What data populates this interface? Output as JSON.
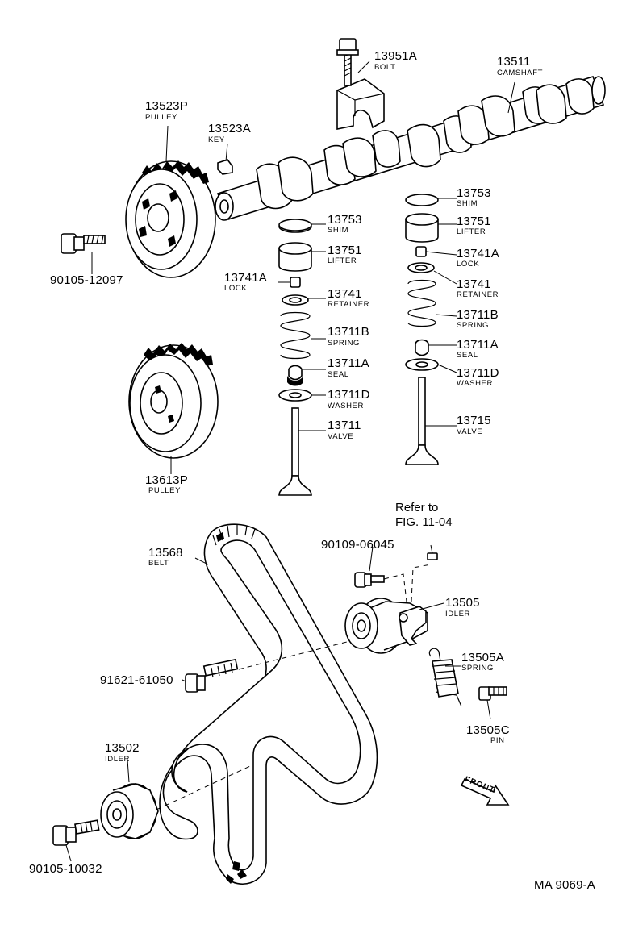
{
  "diagram": {
    "code": "MA 9069-A",
    "reference": {
      "line1": "Refer to",
      "line2": "FIG. 11-04"
    },
    "front_mark": "FRONT",
    "parts": [
      {
        "number": "13951A",
        "name": "BOLT"
      },
      {
        "number": "13511",
        "name": "CAMSHAFT"
      },
      {
        "number": "13523P",
        "name": "PULLEY"
      },
      {
        "number": "13523A",
        "name": "KEY"
      },
      {
        "number": "90105-12097",
        "name": ""
      },
      {
        "number": "13753",
        "name": "SHIM"
      },
      {
        "number": "13751",
        "name": "LIFTER"
      },
      {
        "number": "13741A",
        "name": "LOCK"
      },
      {
        "number": "13741",
        "name": "RETAINER"
      },
      {
        "number": "13711B",
        "name": "SPRING"
      },
      {
        "number": "13711A",
        "name": "SEAL"
      },
      {
        "number": "13711D",
        "name": "WASHER"
      },
      {
        "number": "13711",
        "name": "VALVE"
      },
      {
        "number": "13753",
        "name": "SHIM"
      },
      {
        "number": "13751",
        "name": "LIFTER"
      },
      {
        "number": "13741A",
        "name": "LOCK"
      },
      {
        "number": "13741",
        "name": "RETAINER"
      },
      {
        "number": "13711B",
        "name": "SPRING"
      },
      {
        "number": "13711A",
        "name": "SEAL"
      },
      {
        "number": "13711D",
        "name": "WASHER"
      },
      {
        "number": "13715",
        "name": "VALVE"
      },
      {
        "number": "13613P",
        "name": "PULLEY"
      },
      {
        "number": "13568",
        "name": "BELT"
      },
      {
        "number": "90109-06045",
        "name": ""
      },
      {
        "number": "13505",
        "name": "IDLER"
      },
      {
        "number": "91621-61050",
        "name": ""
      },
      {
        "number": "13505A",
        "name": "SPRING"
      },
      {
        "number": "13505C",
        "name": "PIN"
      },
      {
        "number": "13502",
        "name": "IDLER"
      },
      {
        "number": "90105-10032",
        "name": ""
      }
    ]
  }
}
